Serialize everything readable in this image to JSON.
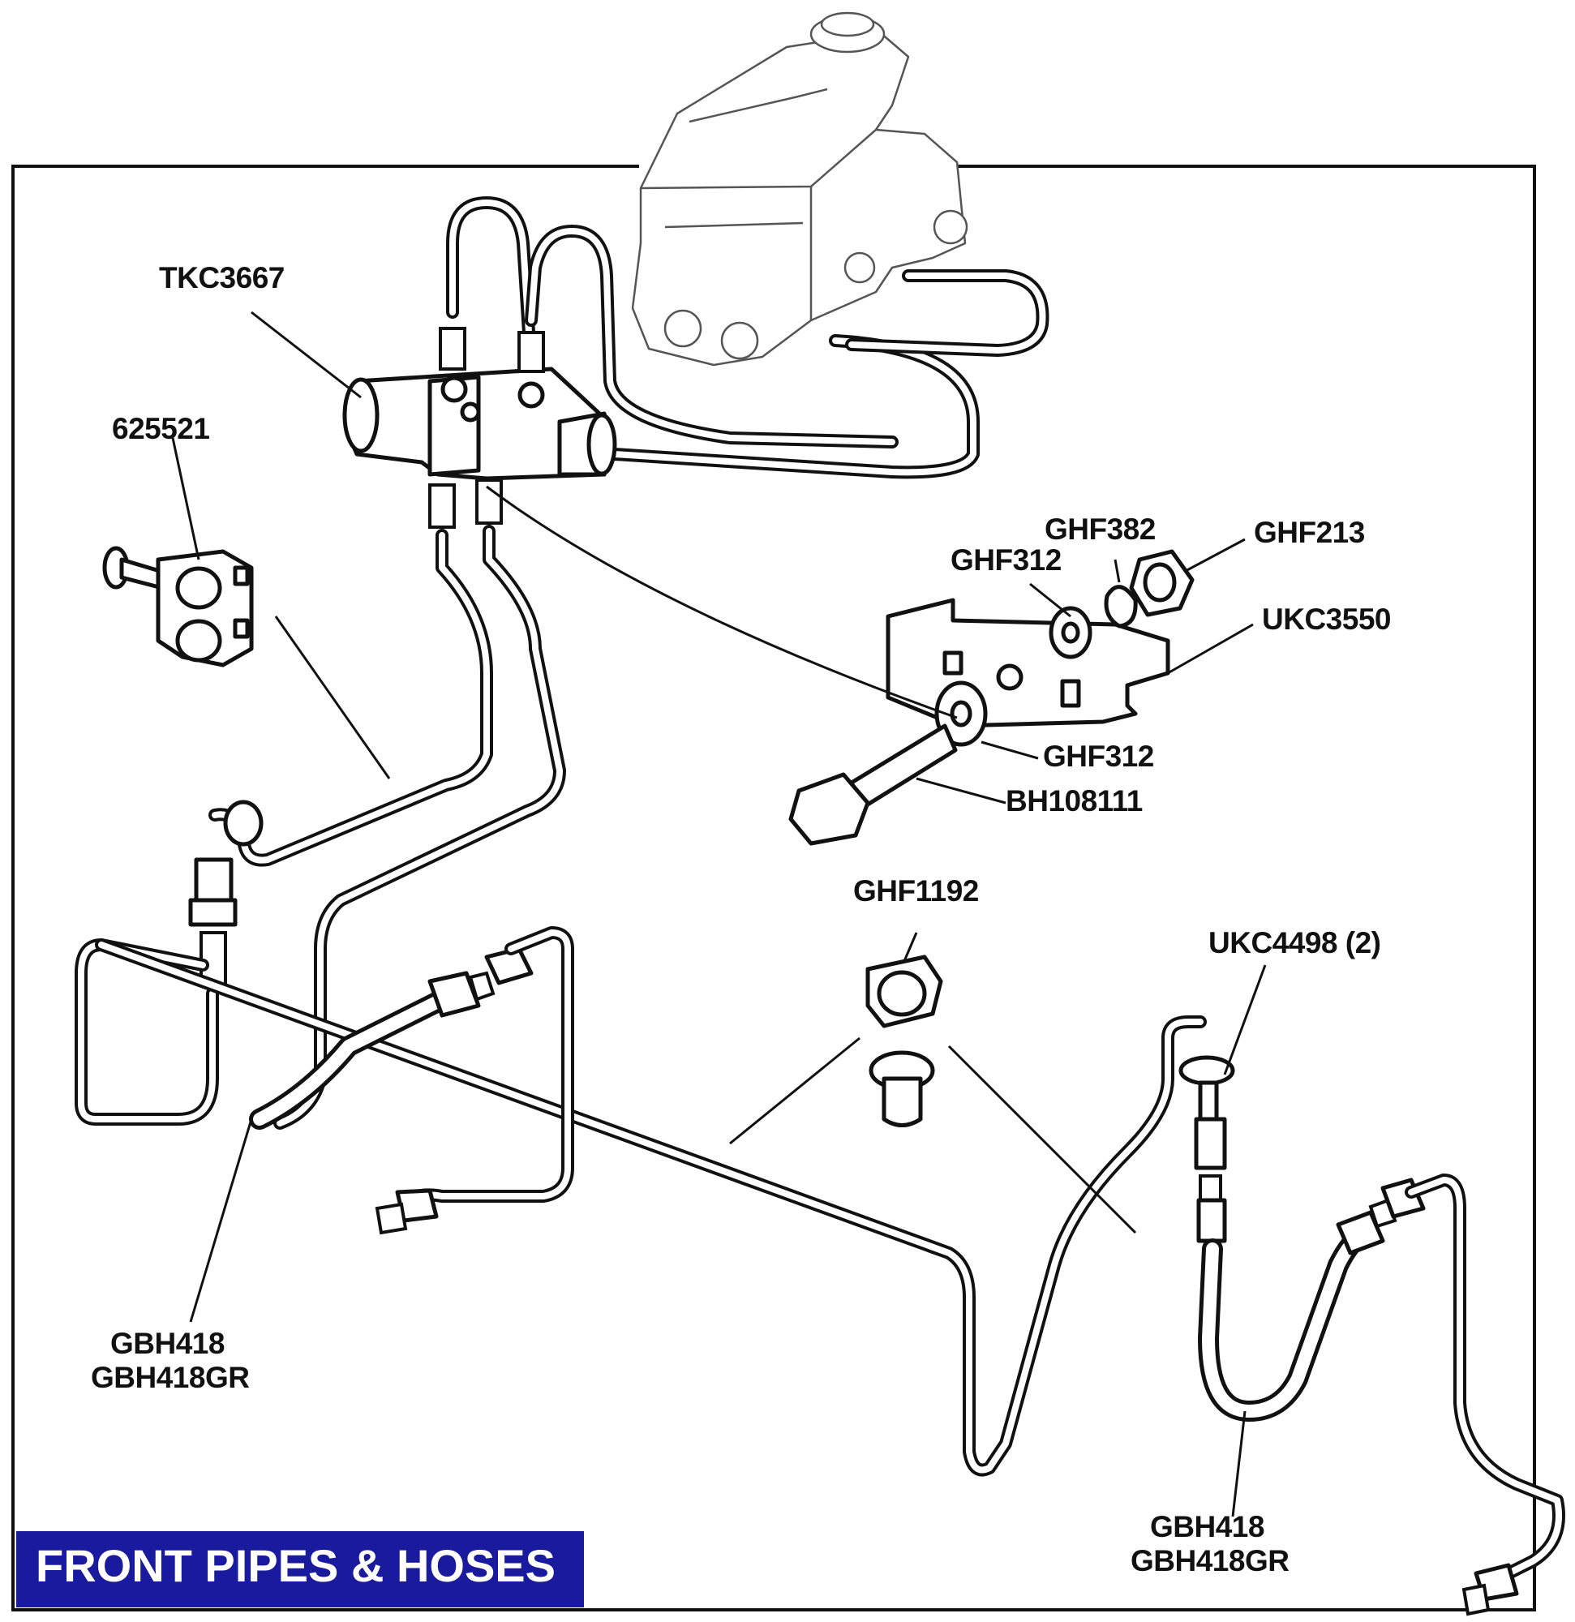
{
  "title": "FRONT PIPES & HOSES",
  "colors": {
    "banner": "#1a1a9e",
    "banner_text": "#ffffff",
    "line_art": "#111111"
  },
  "callouts": {
    "tkc3667": "TKC3667",
    "p625521": "625521",
    "ghf382": "GHF382",
    "ghf213": "GHF213",
    "ghf312_top": "GHF312",
    "ukc3550": "UKC3550",
    "ghf312_bottom": "GHF312",
    "bh108111": "BH108111",
    "ghf1192": "GHF1192",
    "ukc4498": "UKC4498 (2)",
    "gbh418_left_1": "GBH418",
    "gbh418_left_2": "GBH418GR",
    "gbh418_right_1": "GBH418",
    "gbh418_right_2": "GBH418GR"
  }
}
